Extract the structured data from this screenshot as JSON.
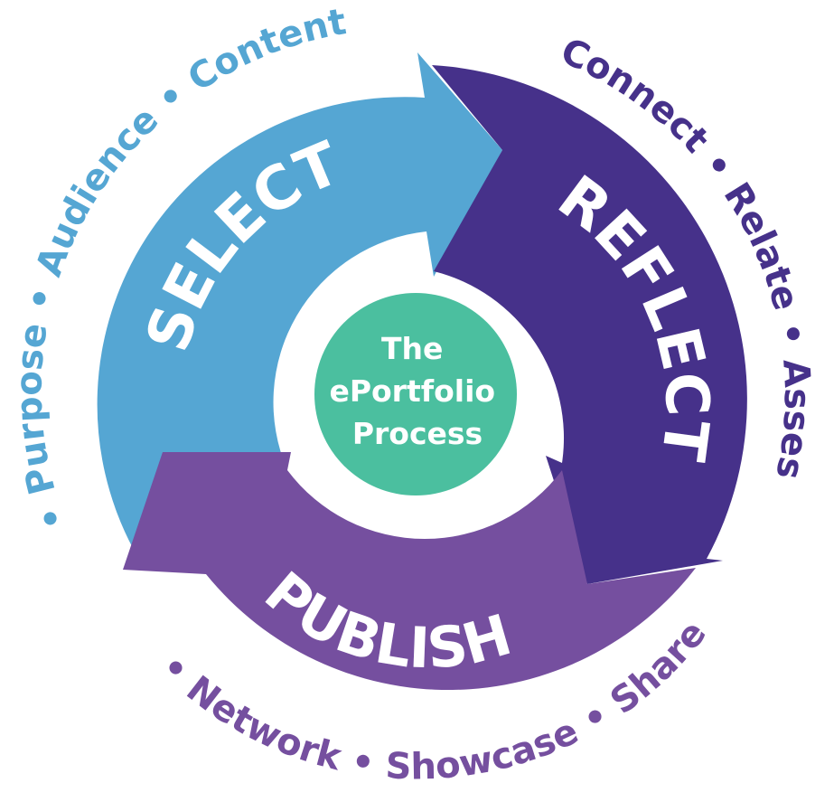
{
  "center": {
    "lines": [
      "The",
      "ePortfolio",
      "Process"
    ],
    "color": "#4bbf9f"
  },
  "stages": [
    {
      "id": "select",
      "label": "SELECT",
      "color": "#55a6d3",
      "bullets": [
        "Purpose",
        "Audience",
        "Content"
      ]
    },
    {
      "id": "reflect",
      "label": "REFLECT",
      "color": "#46318a",
      "bullets": [
        "Connect",
        "Relate",
        "Assess"
      ]
    },
    {
      "id": "publish",
      "label": "PUBLISH",
      "color": "#754f9f",
      "bullets": [
        "Network",
        "Showcase",
        "Share"
      ]
    }
  ]
}
